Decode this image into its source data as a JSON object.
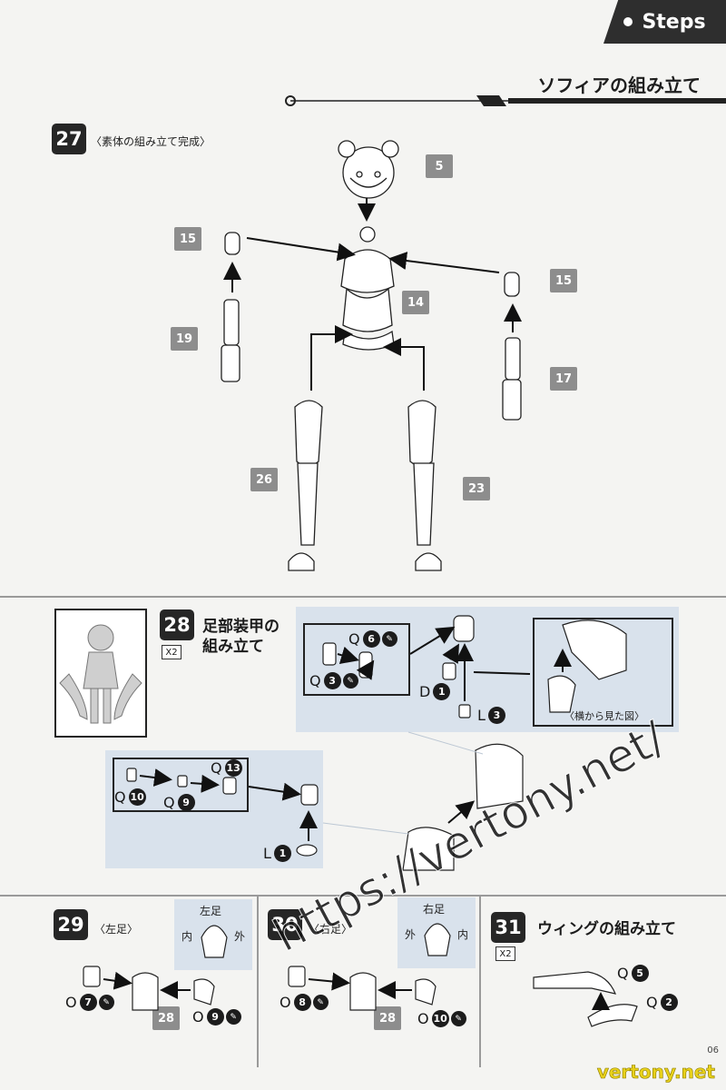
{
  "header": {
    "tab_label": "Steps",
    "section_title": "ソフィアの組み立て"
  },
  "step27": {
    "number": "27",
    "caption": "〈素体の組み立て完成〉",
    "tags": [
      "5",
      "15",
      "15",
      "14",
      "19",
      "17",
      "26",
      "23"
    ]
  },
  "step28": {
    "number": "28",
    "multiplier": "X2",
    "title_line1": "足部装甲の",
    "title_line2": "組み立て",
    "side_view_label": "〈横から見た図〉",
    "parts": {
      "q6": {
        "letter": "Q",
        "num": "6"
      },
      "q3": {
        "letter": "Q",
        "num": "3"
      },
      "d1": {
        "letter": "D",
        "num": "1"
      },
      "l3": {
        "letter": "L",
        "num": "3"
      },
      "q13": {
        "letter": "Q",
        "num": "13"
      },
      "q10": {
        "letter": "Q",
        "num": "10"
      },
      "q9": {
        "letter": "Q",
        "num": "9"
      },
      "l1": {
        "letter": "L",
        "num": "1"
      }
    }
  },
  "step29": {
    "number": "29",
    "caption": "〈左足〉",
    "foot_label": "左足",
    "inner": "内",
    "outer": "外",
    "tag": "28",
    "parts": {
      "o7": {
        "letter": "O",
        "num": "7"
      },
      "o9": {
        "letter": "O",
        "num": "9"
      }
    }
  },
  "step30": {
    "number": "30",
    "caption": "〈右足〉",
    "foot_label": "右足",
    "inner": "外",
    "outer": "内",
    "tag": "28",
    "parts": {
      "o8": {
        "letter": "O",
        "num": "8"
      },
      "o10": {
        "letter": "O",
        "num": "10"
      }
    }
  },
  "step31": {
    "number": "31",
    "multiplier": "X2",
    "title": "ウィングの組み立て",
    "parts": {
      "q5": {
        "letter": "Q",
        "num": "5"
      },
      "q2": {
        "letter": "Q",
        "num": "2"
      }
    }
  },
  "page_number": "06",
  "watermark": "https://vertony.net/",
  "footer_mark": "vertony.net"
}
